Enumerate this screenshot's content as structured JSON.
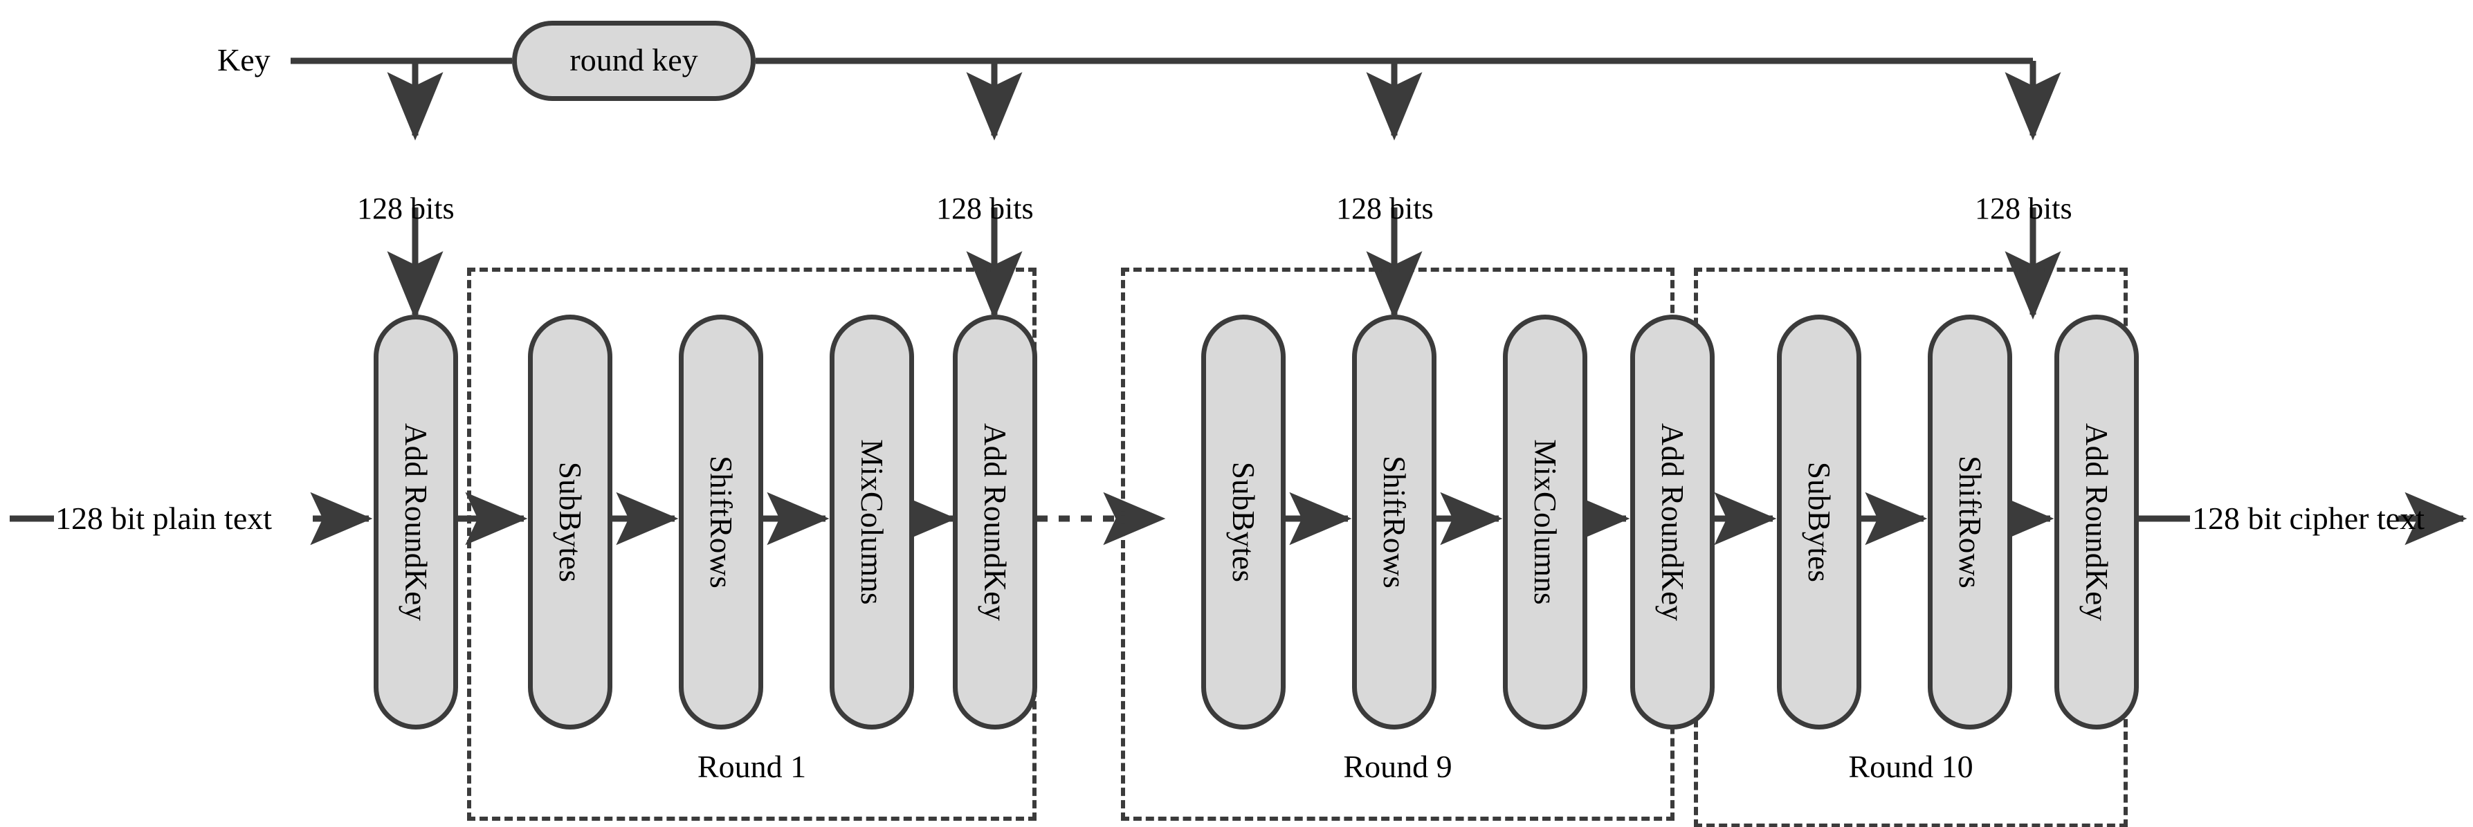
{
  "diagram": {
    "title": "AES 128-bit Encryption Round Structure",
    "colors": {
      "stroke": "#3b3b3b",
      "fill": "#d9d9d9",
      "text": "#000000",
      "background": "#ffffff"
    }
  },
  "key_section": {
    "key_label": "Key",
    "round_key_label": "round key",
    "bits_label_1": "128 bits",
    "bits_label_2": "128 bits",
    "bits_label_3": "128 bits",
    "bits_label_4": "128 bits"
  },
  "io": {
    "plain_text": "128 bit plain text",
    "cipher_text": "128 bit cipher text"
  },
  "initial_stage": {
    "label": "Add RoundKey"
  },
  "rounds": [
    {
      "caption": "Round 1",
      "steps": [
        {
          "label": "SubBytes"
        },
        {
          "label": "ShiftRows"
        },
        {
          "label": "MixColumns"
        },
        {
          "label": "Add RoundKey"
        }
      ]
    },
    {
      "caption": "Round 9",
      "steps": [
        {
          "label": "SubBytes"
        },
        {
          "label": "ShiftRows"
        },
        {
          "label": "MixColumns"
        },
        {
          "label": "Add RoundKey"
        }
      ]
    },
    {
      "caption": "Round 10",
      "steps": [
        {
          "label": "SubBytes"
        },
        {
          "label": "ShiftRows"
        },
        {
          "label": "Add RoundKey"
        }
      ]
    }
  ]
}
